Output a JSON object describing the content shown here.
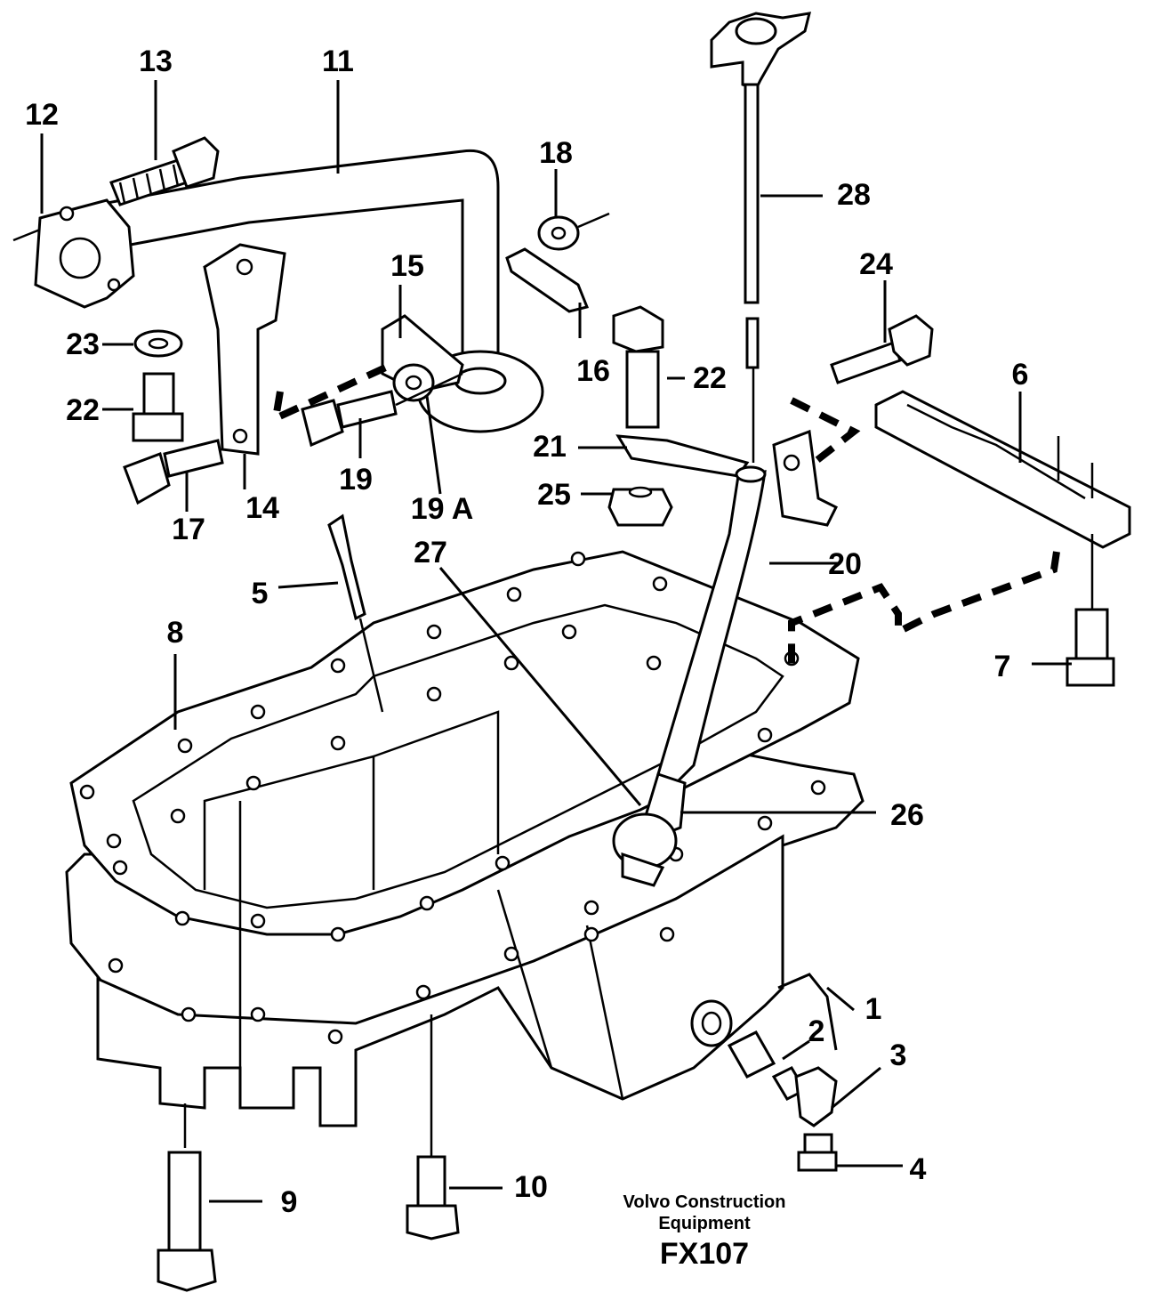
{
  "diagram": {
    "callouts": [
      "1",
      "2",
      "3",
      "4",
      "5",
      "6",
      "7",
      "8",
      "9",
      "10",
      "11",
      "12",
      "13",
      "14",
      "15",
      "16",
      "17",
      "18",
      "19",
      "19 A",
      "20",
      "21",
      "22",
      "22",
      "23",
      "24",
      "25",
      "26",
      "27",
      "28"
    ],
    "caption_line1": "Volvo Construction",
    "caption_line2": "Equipment",
    "code": "FX107"
  }
}
